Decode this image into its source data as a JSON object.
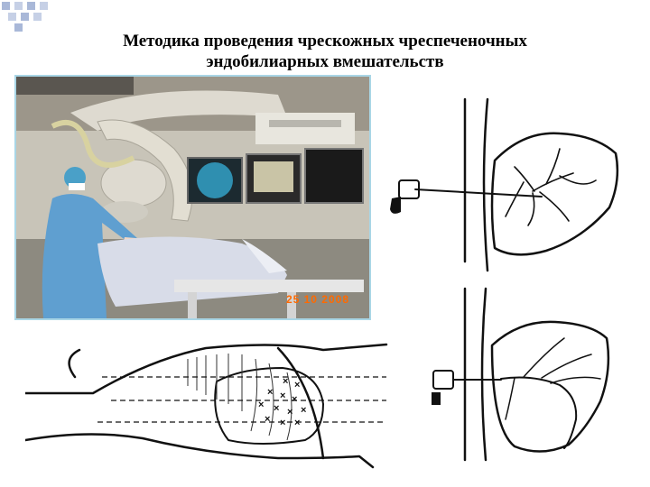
{
  "slide": {
    "title_line1": "Методика проведения чрескожных чреспеченочных",
    "title_line2": "эндобилиарных вмешательств",
    "photo_datestamp": "25 10 2008",
    "colors": {
      "squares": "#a9b8d8",
      "photo_border": "#a9d6e6",
      "stamp": "#ff6a00"
    }
  }
}
